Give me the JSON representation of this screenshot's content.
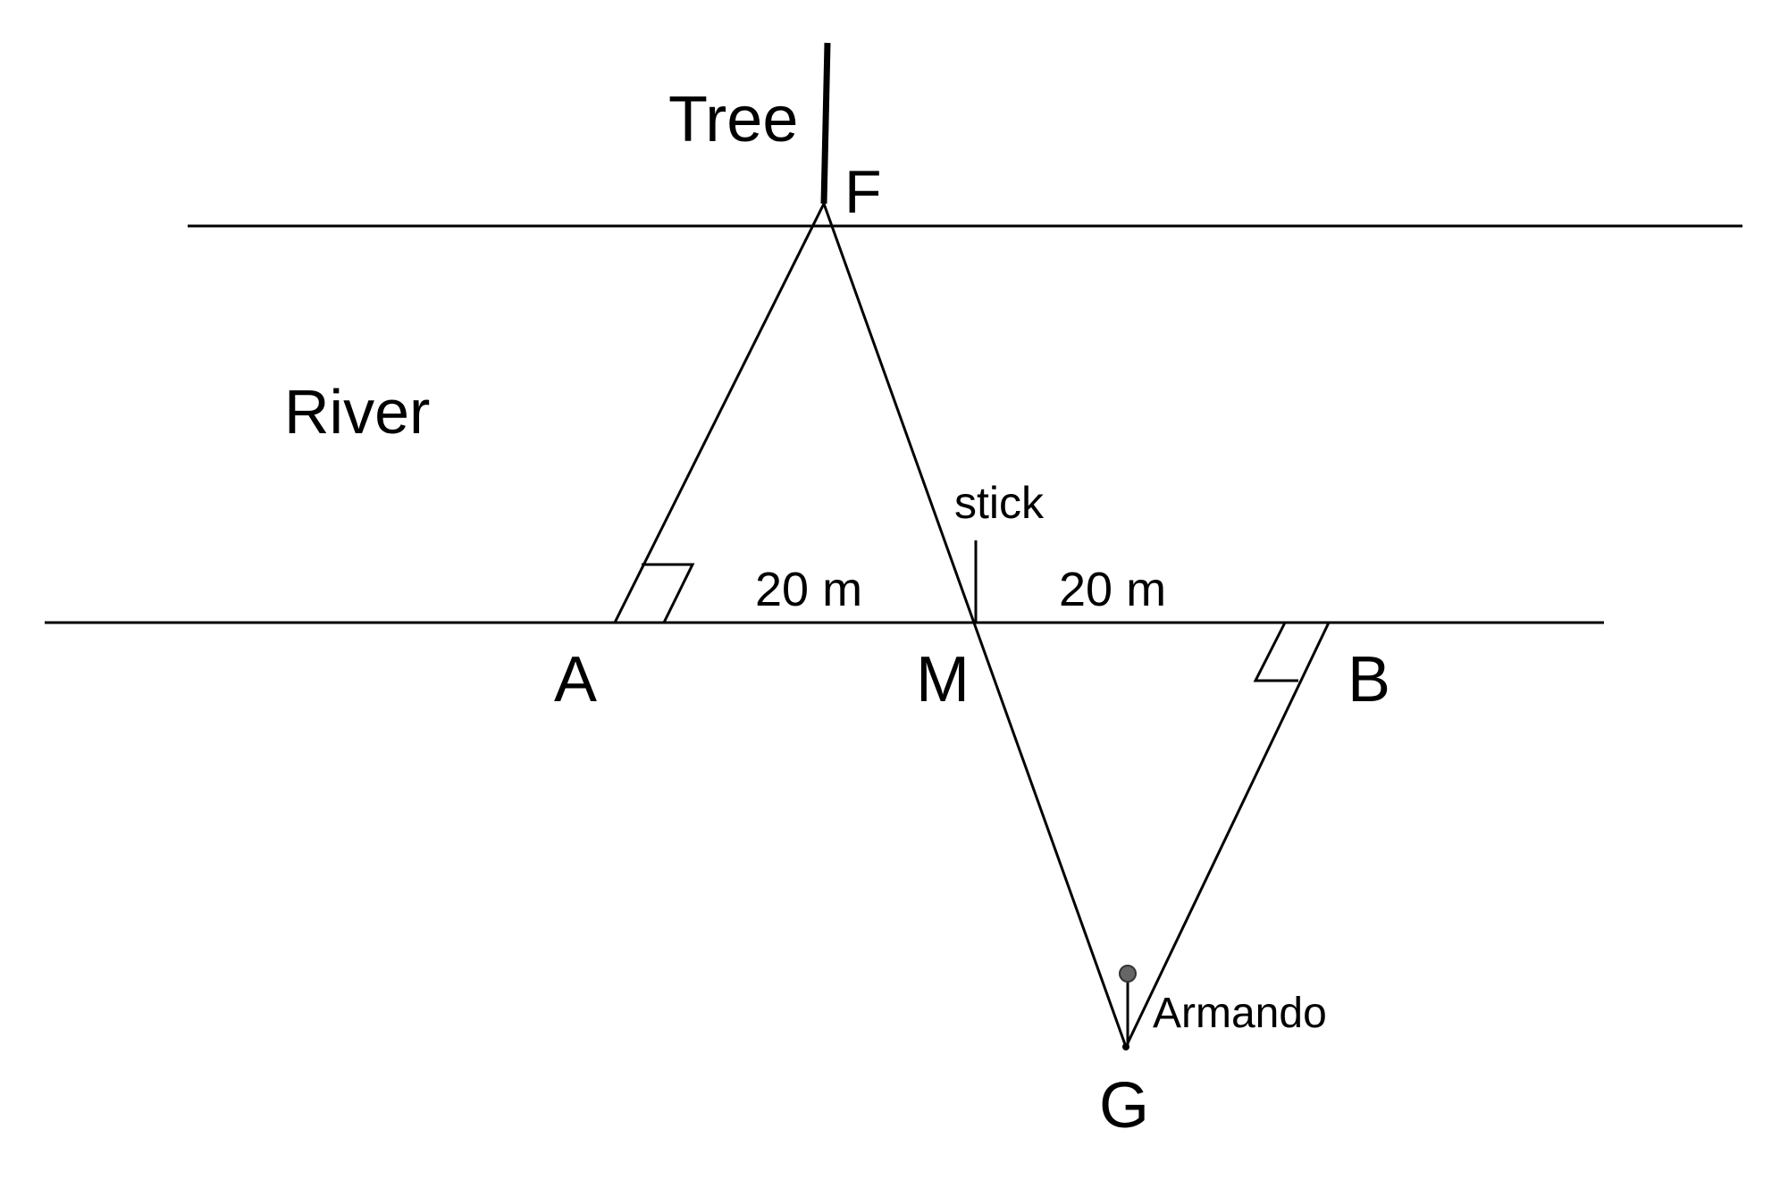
{
  "diagram": {
    "labels": {
      "tree": "Tree",
      "river": "River",
      "stick": "stick",
      "armando": "Armando",
      "point_f": "F",
      "point_a": "A",
      "point_m": "M",
      "point_b": "B",
      "point_g": "G"
    },
    "measurements": {
      "am": "20 m",
      "mb": "20 m"
    },
    "colors": {
      "stroke": "#000000",
      "background": "#ffffff",
      "figure_head": "#666666"
    }
  }
}
